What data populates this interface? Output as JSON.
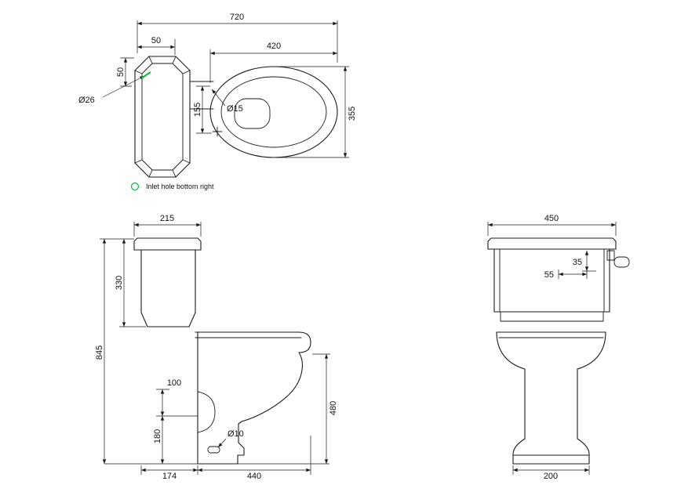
{
  "colors": {
    "line": "#1a1a1a",
    "green": "#00bf30",
    "background": "#ffffff"
  },
  "legend": {
    "inlet_note": "Inlet hole bottom right"
  },
  "top_view": {
    "width_overall": "720",
    "offset_top": "50",
    "offset_left": "50",
    "bowl_width": "420",
    "hole_dia_inlet": "Ø26",
    "hole_dia_seat": "Ø15",
    "seat_hole_span": "155",
    "bowl_depth": "355"
  },
  "side_view": {
    "cistern_depth": "215",
    "cistern_height": "330",
    "overall_height": "845",
    "outlet_offset": "100",
    "outlet_height": "180",
    "rear_span": "174",
    "pan_depth": "440",
    "rim_height": "480",
    "fixing_hole_dia": "Ø10"
  },
  "front_view": {
    "cistern_width": "450",
    "lever_drop": "35",
    "lever_offset": "55",
    "base_width": "200"
  }
}
